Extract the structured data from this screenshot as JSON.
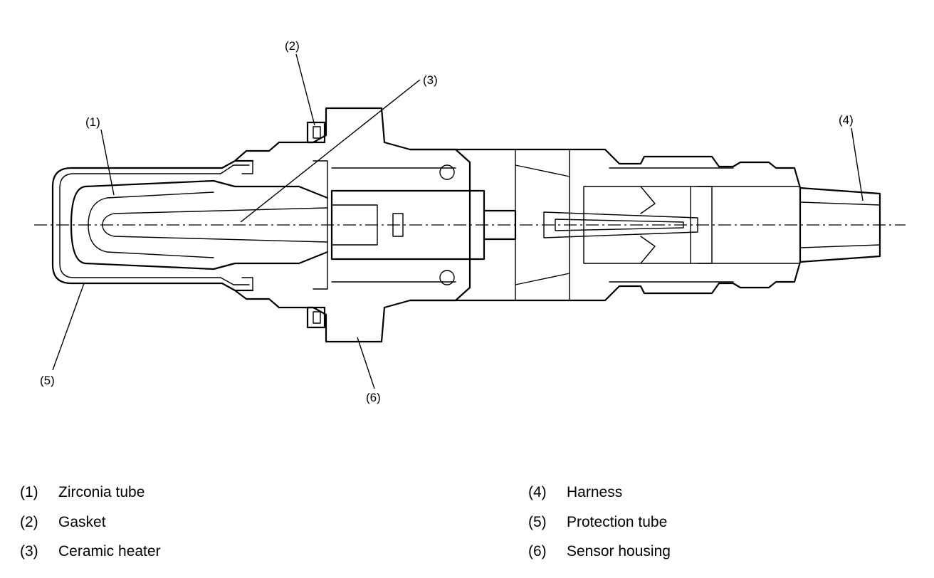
{
  "callouts": [
    {
      "id": "1",
      "label": "(1)"
    },
    {
      "id": "2",
      "label": "(2)"
    },
    {
      "id": "3",
      "label": "(3)"
    },
    {
      "id": "4",
      "label": "(4)"
    },
    {
      "id": "5",
      "label": "(5)"
    },
    {
      "id": "6",
      "label": "(6)"
    }
  ],
  "legend": [
    {
      "num": "(1)",
      "text": "Zirconia tube"
    },
    {
      "num": "(2)",
      "text": "Gasket"
    },
    {
      "num": "(3)",
      "text": "Ceramic heater"
    },
    {
      "num": "(4)",
      "text": "Harness"
    },
    {
      "num": "(5)",
      "text": "Protection tube"
    },
    {
      "num": "(6)",
      "text": "Sensor housing"
    }
  ]
}
